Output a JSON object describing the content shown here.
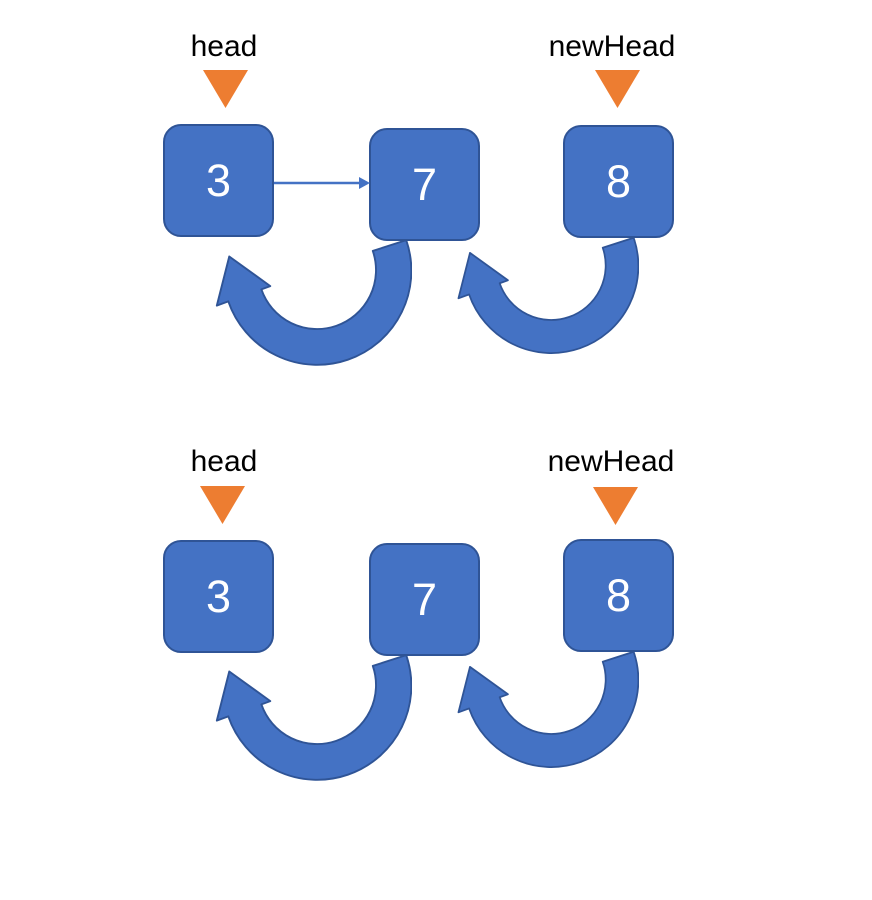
{
  "colors": {
    "node_fill": "#4472C4",
    "node_border": "#2F5496",
    "arrow_fill": "#4472C4",
    "arrow_border": "#2F5496",
    "pointer_triangle": "#ED7D31",
    "label_text": "#000000",
    "node_text": "#FFFFFF",
    "background": "#FFFFFF"
  },
  "panels": [
    {
      "id": "top",
      "pointer_labels": [
        {
          "label": "head",
          "points_to_node": "3"
        },
        {
          "label": "newHead",
          "points_to_node": "8"
        }
      ],
      "nodes": [
        {
          "value": "3"
        },
        {
          "value": "7"
        },
        {
          "value": "8"
        }
      ],
      "links": [
        {
          "from": "3",
          "to": "7",
          "style": "straight"
        },
        {
          "from": "7",
          "to": "3",
          "style": "curved"
        },
        {
          "from": "8",
          "to": "7",
          "style": "curved"
        }
      ]
    },
    {
      "id": "bottom",
      "pointer_labels": [
        {
          "label": "head",
          "points_to_node": "3"
        },
        {
          "label": "newHead",
          "points_to_node": "8"
        }
      ],
      "nodes": [
        {
          "value": "3"
        },
        {
          "value": "7"
        },
        {
          "value": "8"
        }
      ],
      "links": [
        {
          "from": "7",
          "to": "3",
          "style": "curved"
        },
        {
          "from": "8",
          "to": "7",
          "style": "curved"
        }
      ]
    }
  ]
}
